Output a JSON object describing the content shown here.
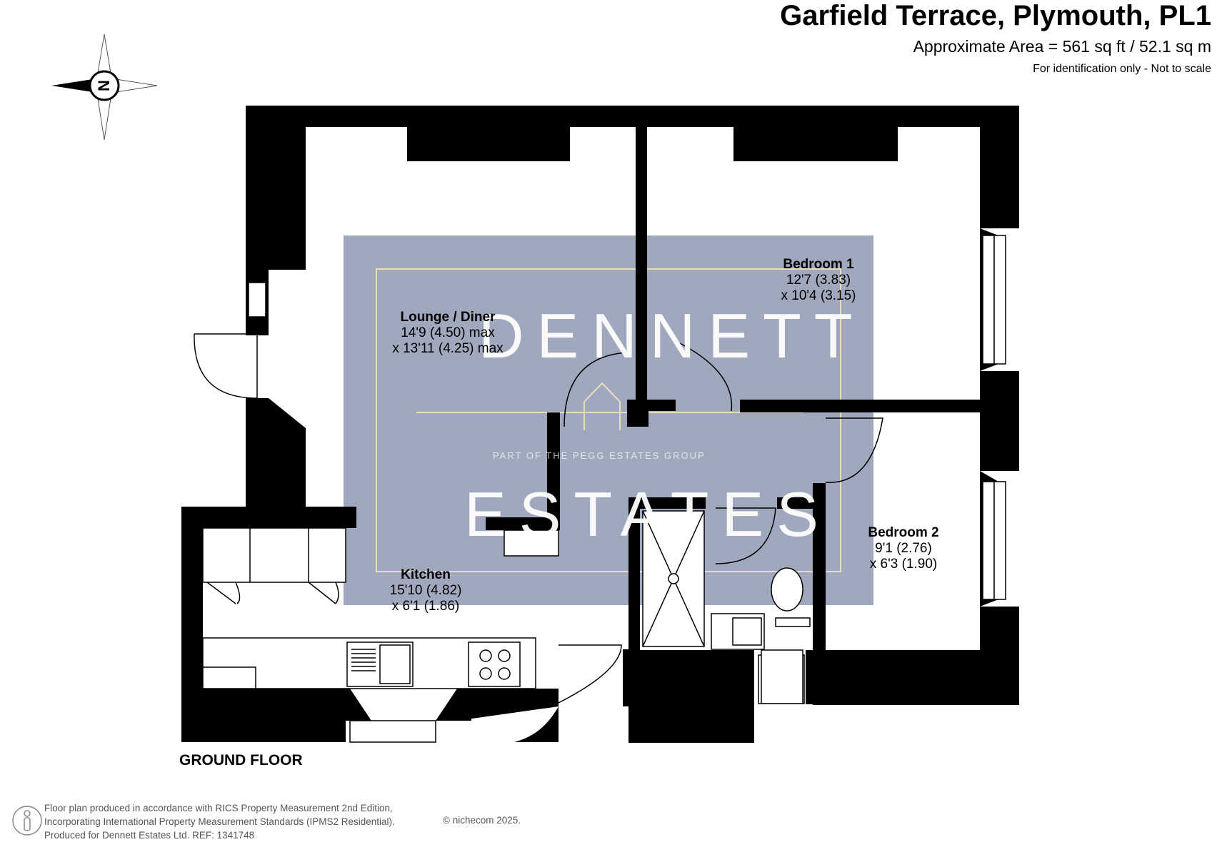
{
  "header": {
    "title": "Garfield Terrace, Plymouth, PL1",
    "area": "Approximate Area = 561 sq ft / 52.1 sq m",
    "identification": "For identification only - Not to scale"
  },
  "compass": {
    "label": "N",
    "icon": "compass-icon"
  },
  "rooms": {
    "lounge": {
      "name": "Lounge / Diner",
      "dim1": "14'9 (4.50) max",
      "dim2": "x 13'11 (4.25) max"
    },
    "bedroom1": {
      "name": "Bedroom 1",
      "dim1": "12'7 (3.83)",
      "dim2": "x 10'4 (3.15)"
    },
    "bedroom2": {
      "name": "Bedroom 2",
      "dim1": "9'1 (2.76)",
      "dim2": "x 6'3 (1.90)"
    },
    "kitchen": {
      "name": "Kitchen",
      "dim1": "15'10 (4.82)",
      "dim2": "x 6'1 (1.86)"
    }
  },
  "floor_label": "GROUND FLOOR",
  "watermark": {
    "top": "DENNETT",
    "tagline": "PART OF THE PEGG ESTATES GROUP",
    "bottom": "ESTATES"
  },
  "footer": {
    "line1": "Floor plan produced in accordance with RICS Property Measurement 2nd Edition,",
    "line2": "Incorporating International Property Measurement Standards (IPMS2 Residential).",
    "line3": "Produced for Dennett Estates Ltd.   REF:  1341748",
    "credit": "© nichecom 2025."
  },
  "colors": {
    "wall": "#000000",
    "watermark_panel": "#9aa3b8"
  }
}
